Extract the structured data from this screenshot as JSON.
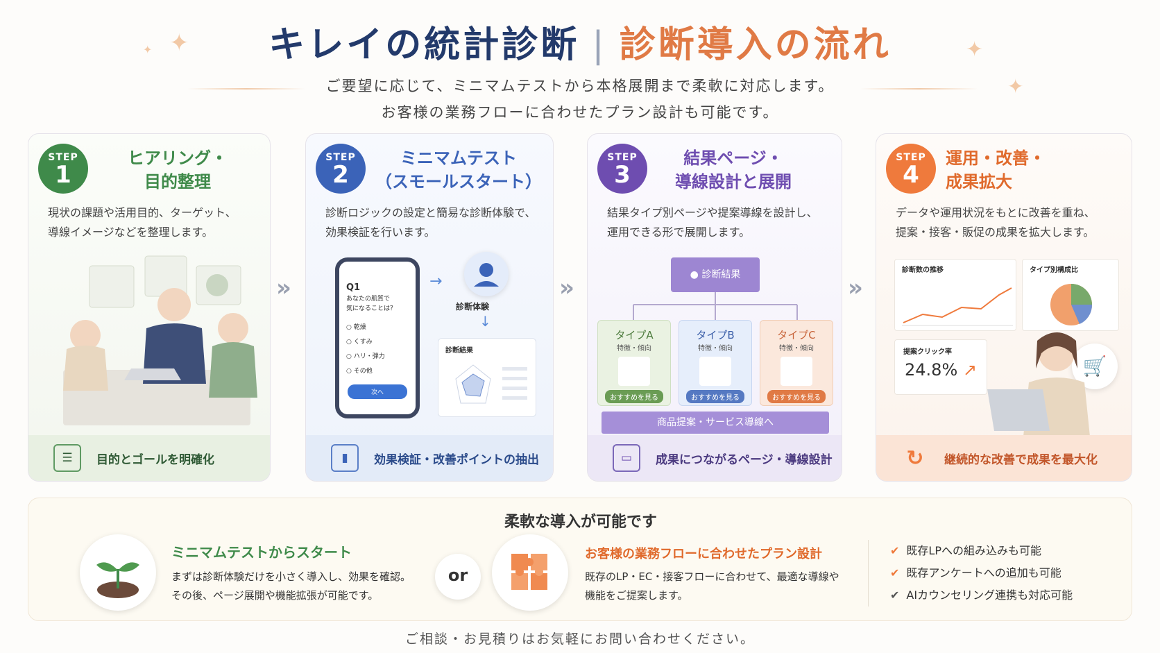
{
  "header": {
    "title_left": "キレイの統計診断",
    "separator": "|",
    "title_right": "診断導入の流れ",
    "subtitle_1": "ご要望に応じて、ミニマムテストから本格展開まで柔軟に対応します。",
    "subtitle_2": "お客様の業務フローに合わせたプラン設計も可能です。"
  },
  "steps": [
    {
      "step": "STEP",
      "num": "1",
      "title_1": "ヒアリング・",
      "title_2": "目的整理",
      "desc_1": "現状の課題や活用目的、ターゲット、",
      "desc_2": "導線イメージなどを整理します。",
      "footer": "目的とゴールを明確化"
    },
    {
      "step": "STEP",
      "num": "2",
      "title_1": "ミニマムテスト",
      "title_2": "（スモールスタート）",
      "desc_1": "診断ロジックの設定と簡易な診断体験で、",
      "desc_2": "効果検証を行います。",
      "footer": "効果検証・改善ポイントの抽出",
      "phone": {
        "q": "Q1",
        "q_text_1": "あなたの肌質で",
        "q_text_2": "気になることは？",
        "options": [
          "乾燥",
          "くすみ",
          "ハリ・弾力",
          "その他"
        ],
        "next": "次へ"
      },
      "experience": "診断体験",
      "result": "診断結果"
    },
    {
      "step": "STEP",
      "num": "3",
      "title_1": "結果ページ・",
      "title_2": "導線設計と展開",
      "desc_1": "結果タイプ別ページや提案導線を設計し、",
      "desc_2": "運用できる形で展開します。",
      "footer": "成果につながるページ・導線設計",
      "result_label": "診断結果",
      "types": [
        {
          "name": "タイプA",
          "sub": "特徴・傾向",
          "btn": "おすすめを見る"
        },
        {
          "name": "タイプB",
          "sub": "特徴・傾向",
          "btn": "おすすめを見る"
        },
        {
          "name": "タイプC",
          "sub": "特徴・傾向",
          "btn": "おすすめを見る"
        }
      ],
      "bar": "商品提案・サービス導線へ"
    },
    {
      "step": "STEP",
      "num": "4",
      "title_1": "運用・改善・",
      "title_2": "成果拡大",
      "desc_1": "データや運用状況をもとに改善を重ね、",
      "desc_2": "提案・接客・販促の成果を拡大します。",
      "footer": "継続的な改善で成果を最大化",
      "chart1": "診断数の推移",
      "chart2": "タイプ別構成比",
      "kpi_label": "提案クリック率",
      "kpi_value": "24.8%"
    }
  ],
  "panel": {
    "title": "柔軟な導入が可能です",
    "left_title": "ミニマムテストからスタート",
    "left_1": "まずは診断体験だけを小さく導入し、効果を確認。",
    "left_2": "その後、ページ展開や機能拡張が可能です。",
    "or": "or",
    "mid_title": "お客様の業務フローに合わせたプラン設計",
    "mid_1": "既存のLP・EC・接客フローに合わせて、最適な導線や",
    "mid_2": "機能をご提案します。",
    "checks": [
      "既存LPへの組み込みも可能",
      "既存アンケートへの追加も可能",
      "AIカウンセリング連携も対応可能"
    ]
  },
  "footer": "ご相談・お見積りはお気軽にお問い合わせください。",
  "colors": {
    "navy": "#233a6b",
    "orange": "#e07a45",
    "green": "#3f8a4a",
    "blue": "#3b63b8",
    "purple": "#6e4db0",
    "step4": "#ef7a3c"
  }
}
